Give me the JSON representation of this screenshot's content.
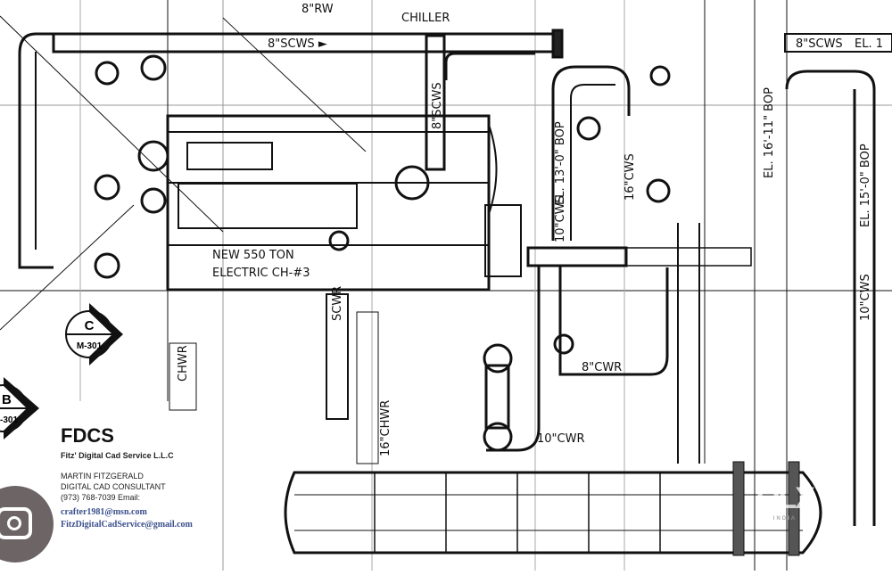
{
  "drawing": {
    "labels": {
      "top_rw": "8\"RW",
      "chiller": "CHILLER",
      "scws_top_left": "8\"SCWS ►",
      "scws_top_right": "8\"SCWS",
      "el_top_right": "EL. 1",
      "scws_vertical": "8\"SCWS",
      "el_13": "EL. 13'-0\" BOP",
      "cws_16": "16\"CWS",
      "cws_10_left": "10\"CWS",
      "el_16": "EL. 16'-11\" BOP",
      "el_15": "EL. 15'-0\" BOP",
      "cws_10_right": "10\"CWS",
      "chiller_name_1": "NEW 550 TON",
      "chiller_name_2": "ELECTRIC CH-#3",
      "scwr": "SCWR",
      "chwr": "CHWR",
      "chwr_16": "16\"CHWR",
      "cwr_8": "8\"CWR",
      "cwr_10": "10\"CWR"
    },
    "section_markers": [
      {
        "letter": "C",
        "sheet": "M-301"
      },
      {
        "letter": "B",
        "sheet": "-301"
      }
    ]
  },
  "business_card": {
    "title": "FDCS",
    "company": "Fitz' Digital Cad Service L.L.C",
    "name": "MARTIN FITZGERALD",
    "role": "DIGITAL CAD CONSULTANT",
    "phone": "(973) 768-7039  Email:",
    "email_1": "crafter1981@msn.com",
    "email_2": "FitzDigitalCadService@gmail.com"
  },
  "watermark": {
    "brand": "OLX",
    "region": "INDIA"
  }
}
